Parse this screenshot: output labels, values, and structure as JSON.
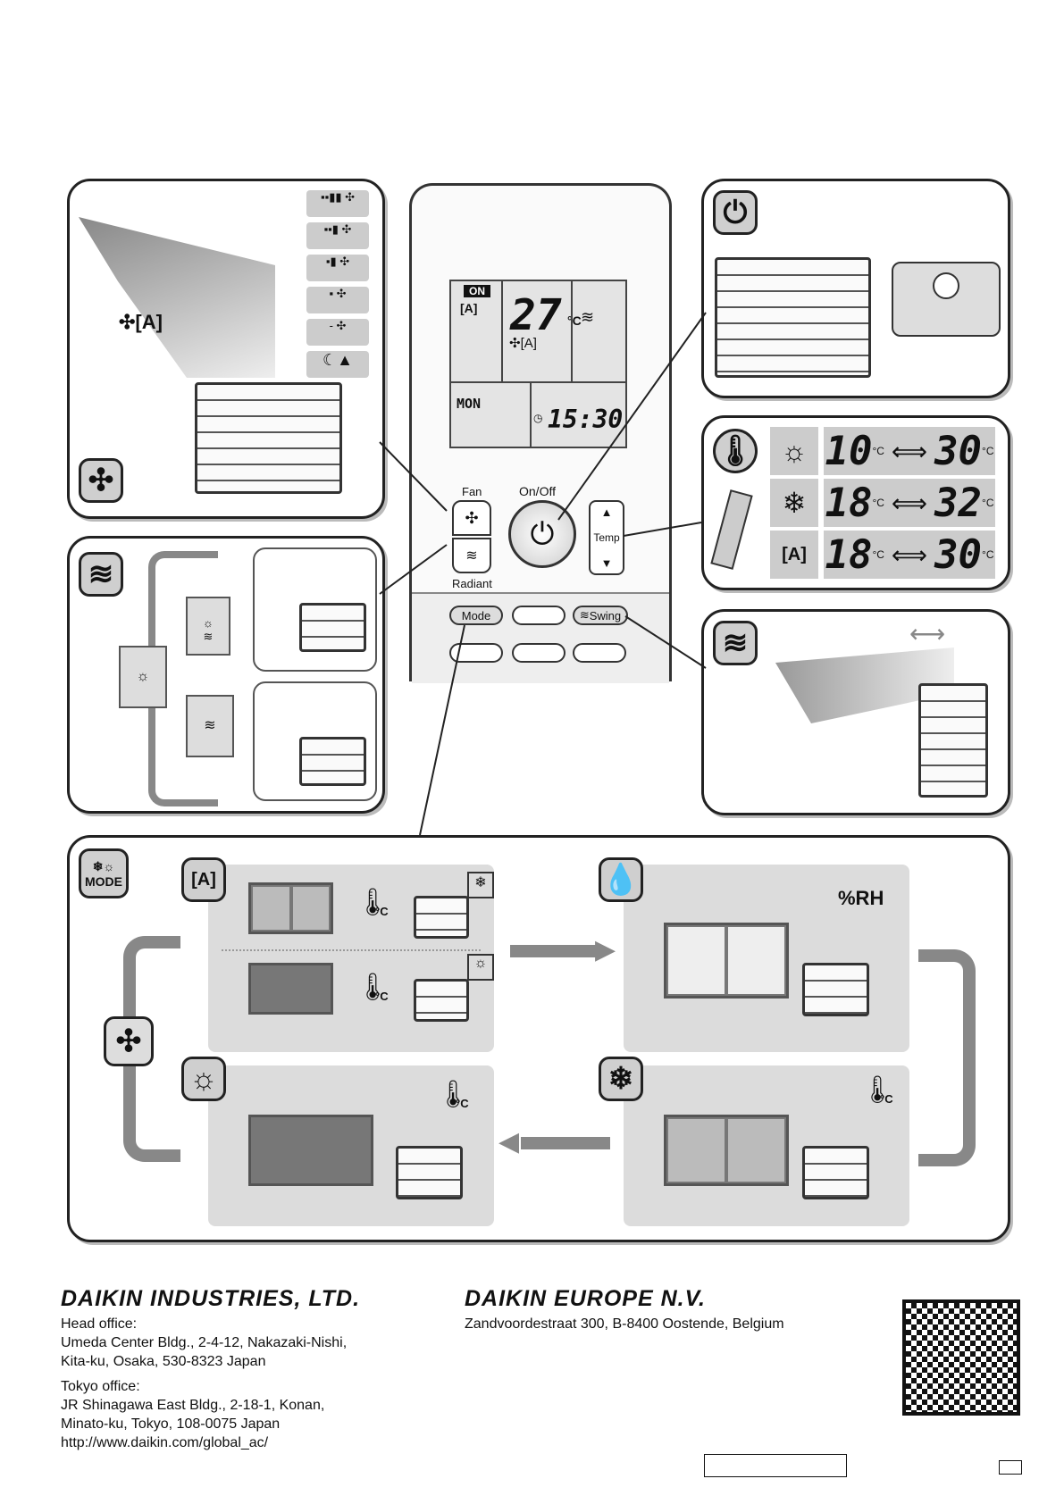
{
  "remote": {
    "lcd": {
      "on": "ON",
      "temp": "27",
      "temp_unit": "°C",
      "day": "MON",
      "time": "15:30"
    },
    "buttons": {
      "fan": "Fan",
      "radiant": "Radiant",
      "onoff": "On/Off",
      "temp": "Temp",
      "mode": "Mode",
      "swing": "Swing"
    }
  },
  "temperature_ranges": [
    {
      "icon": "heat-icon",
      "min": "10",
      "max": "30",
      "unit": "°C"
    },
    {
      "icon": "snowflake-icon",
      "min": "18",
      "max": "32",
      "unit": "°C"
    },
    {
      "icon": "auto-icon",
      "min": "18",
      "max": "30",
      "unit": "°C"
    }
  ],
  "mode_panel": {
    "icon_label": "MODE",
    "rh_label": "%RH",
    "temp_unit": "°C"
  },
  "footer": {
    "company1": "DAIKIN INDUSTRIES, LTD.",
    "head_office_label": "Head office:",
    "head_office_lines": [
      "Umeda Center Bldg., 2-4-12, Nakazaki-Nishi,",
      "Kita-ku, Osaka, 530-8323 Japan"
    ],
    "tokyo_office_label": "Tokyo office:",
    "tokyo_office_lines": [
      "JR Shinagawa East Bldg., 2-18-1, Konan,",
      "Minato-ku, Tokyo, 108-0075 Japan",
      "http://www.daikin.com/global_ac/"
    ],
    "company2": "DAIKIN EUROPE N.V.",
    "europe_address": "Zandvoordestraat 300, B-8400 Oostende, Belgium"
  }
}
